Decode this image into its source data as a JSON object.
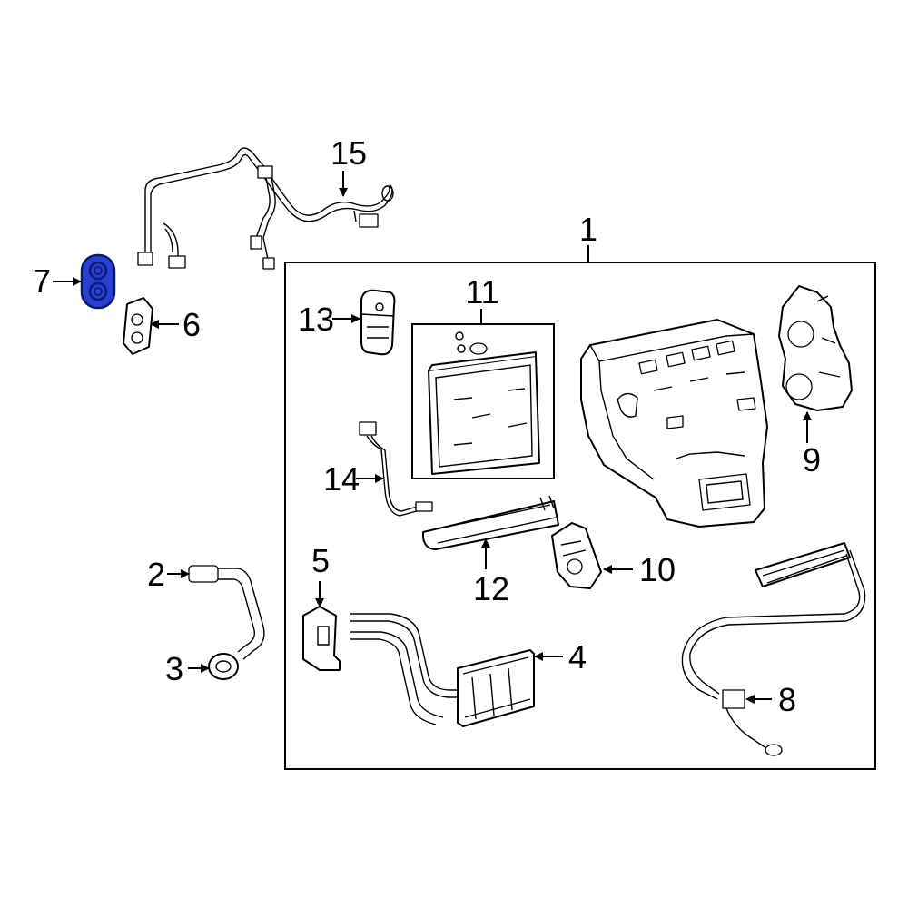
{
  "diagram": {
    "highlight_color": "#2a3fd1",
    "callouts": {
      "p1": "1",
      "p2": "2",
      "p3": "3",
      "p4": "4",
      "p5": "5",
      "p6": "6",
      "p7": "7",
      "p8": "8",
      "p9": "9",
      "p10": "10",
      "p11": "11",
      "p12": "12",
      "p13": "13",
      "p14": "14",
      "p15": "15"
    }
  }
}
